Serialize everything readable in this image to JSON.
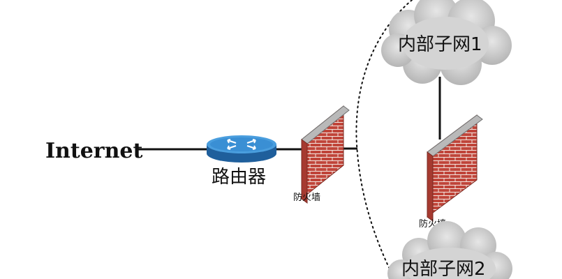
{
  "labels": {
    "internet": "Internet",
    "router": "路由器",
    "firewall_outer": "防火墙",
    "firewall_inner": "防火墙",
    "subnet1": "内部子网1",
    "subnet2": "内部子网2"
  },
  "colors": {
    "brick": "#c0453a",
    "mortar": "#f3e6e0",
    "router_top": "#4a9ede",
    "router_side": "#1f5f9c",
    "cloud": "#c9c9c9",
    "line": "#111111"
  }
}
